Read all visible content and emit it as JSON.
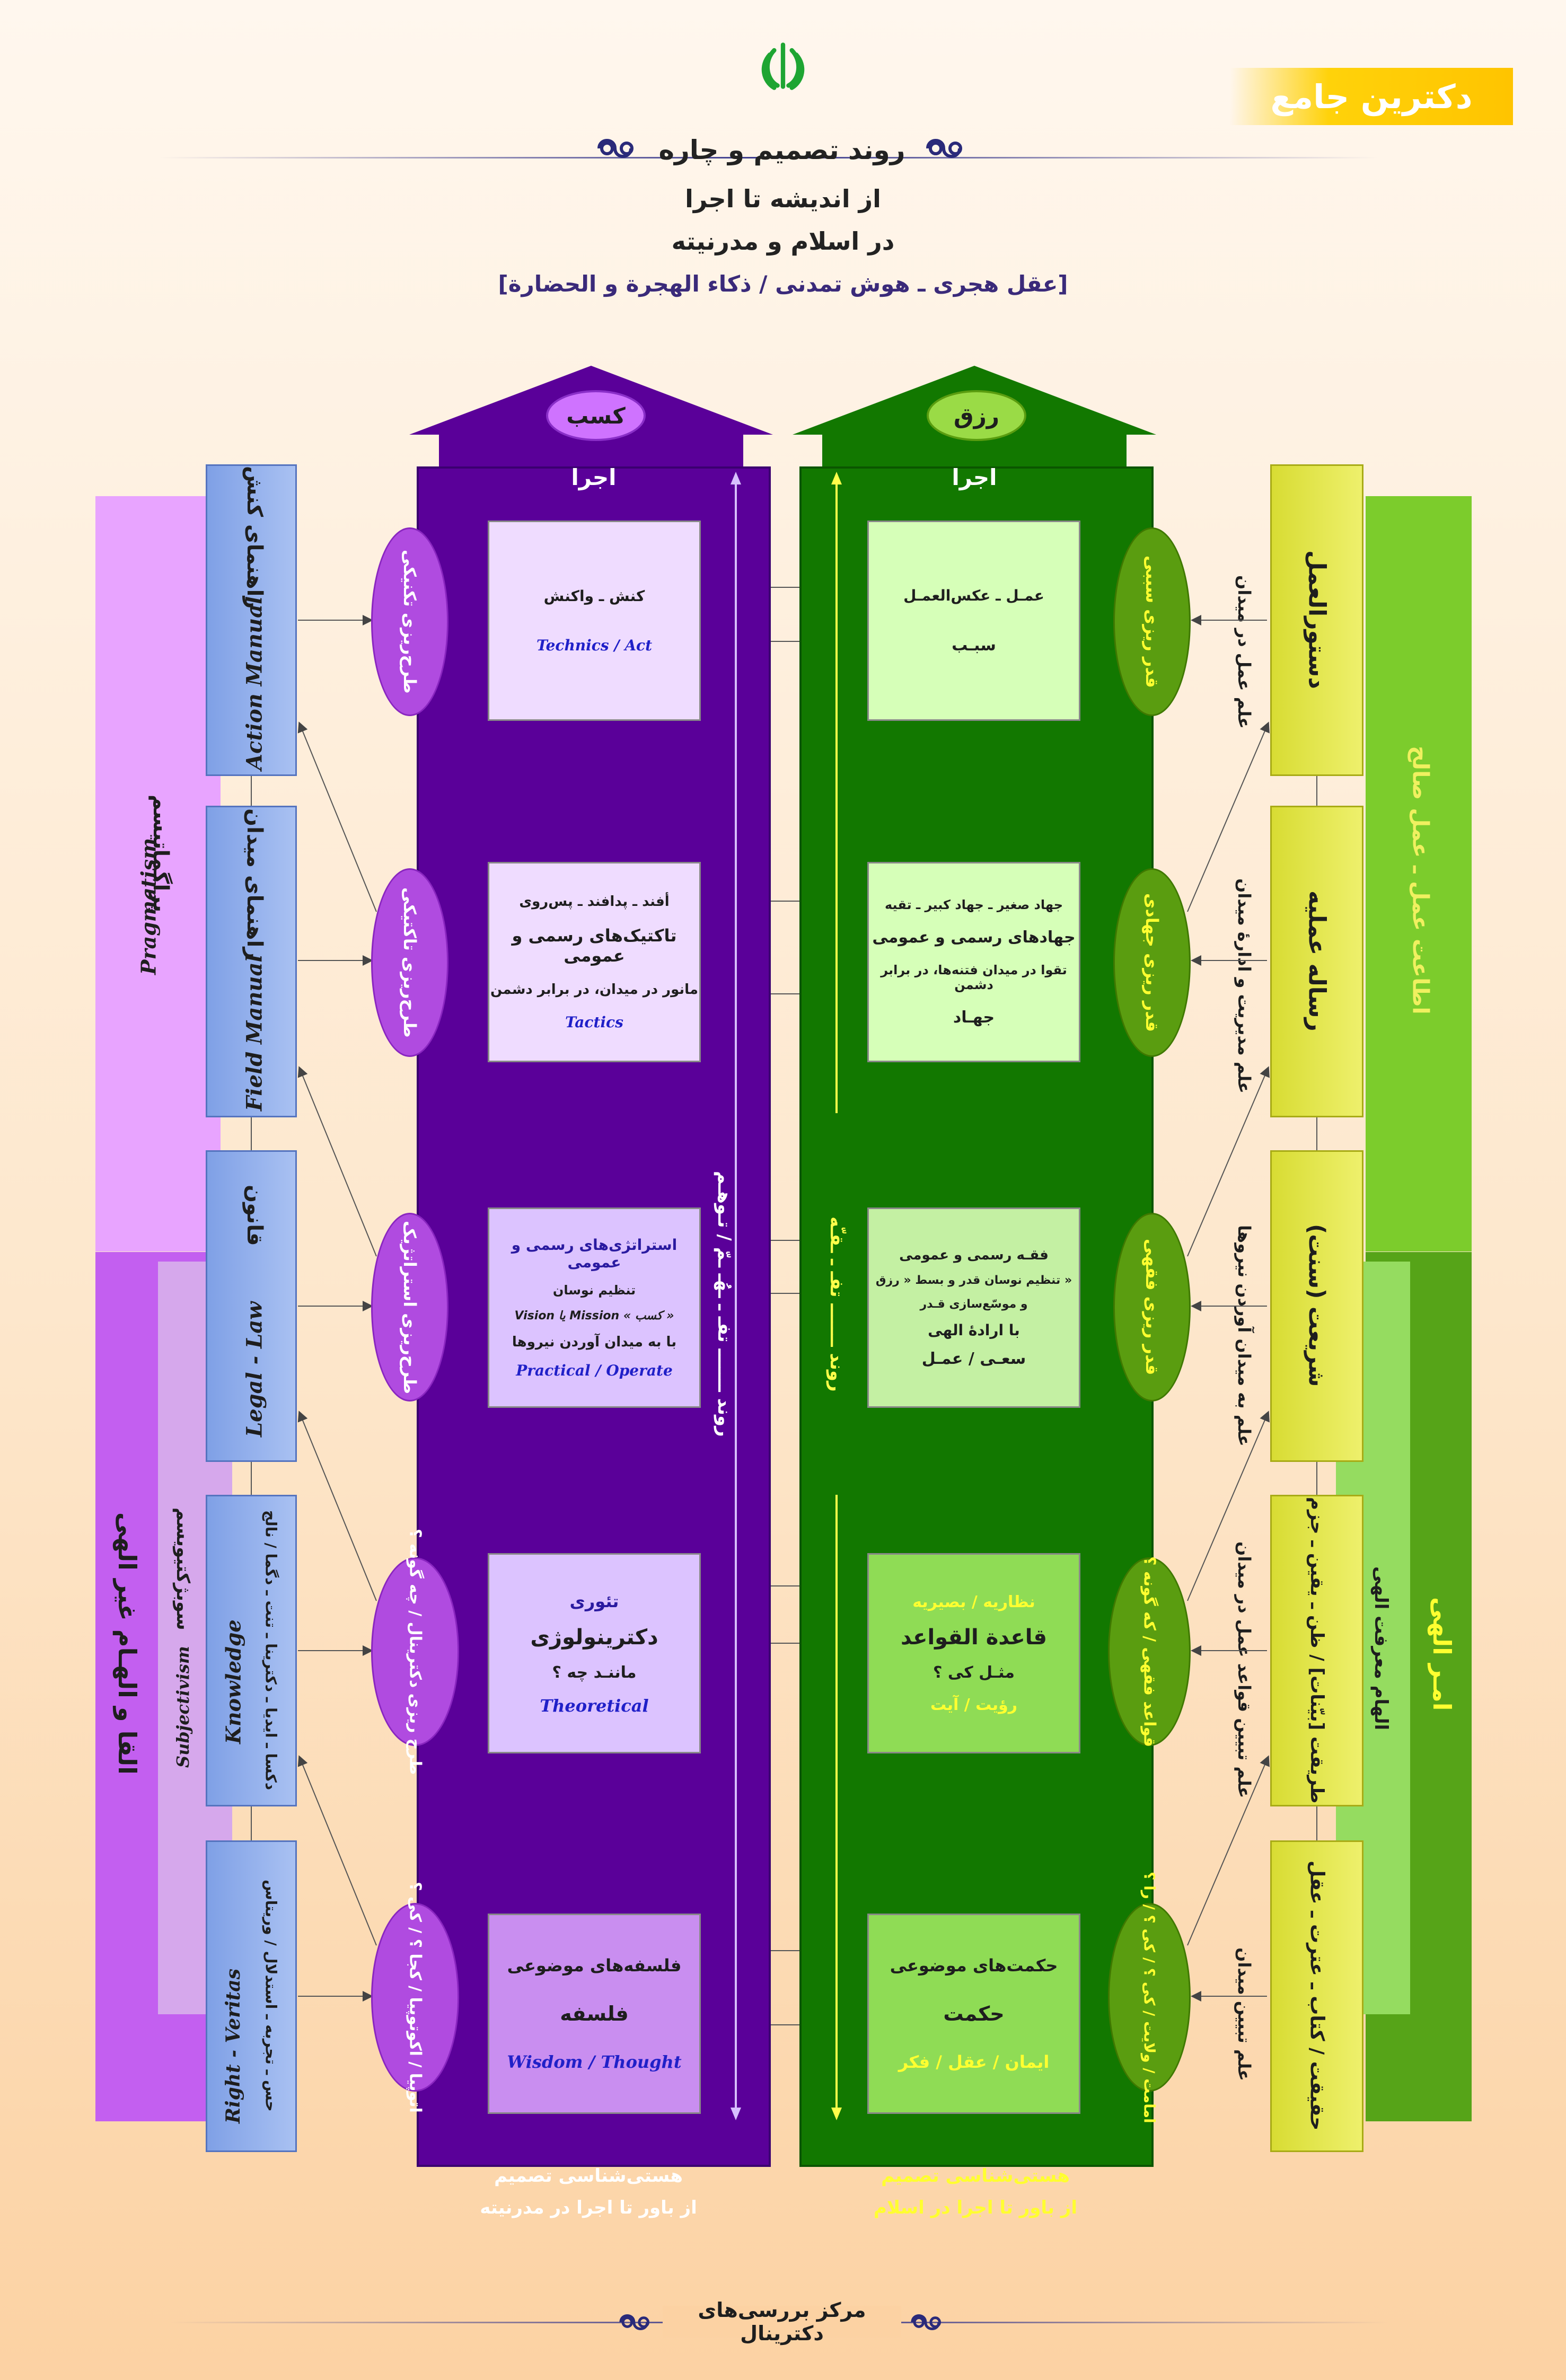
{
  "header": {
    "brand": "دکترین جامع",
    "title": "روند تصمیم و چاره",
    "subtitle1": "از اندیشه تا اجرا",
    "subtitle2": "در اسلام و مدرنیته",
    "subtitle3": "[عقل هجری ـ هوش تمدنی / ذکاء الهجرة و الحضارة]"
  },
  "colors": {
    "purple": "#5a0099",
    "green": "#127800",
    "emblem": "#1ea532",
    "brand_bg": "#ffd20a"
  },
  "left_column": {
    "roof_label": "کسب",
    "exec_label": "اجرا",
    "arrow_label": "روند ـــــــ تفـ ـ ـهُـ ـمّ / تـوهـم",
    "footer_line1": "هستی‌شناسی تصمیم",
    "footer_line2": "از باور تا اجرا در مدرنیته",
    "boxes": [
      {
        "l1": "کنش ـ واکنش",
        "l2": "Technics / Act"
      },
      {
        "l1": "أفند ـ پدافند ـ پس‌روی",
        "l2": "تاکتیک‌های رسمی و عمومی",
        "l3": "مانور در میدان، در برابر دشمن",
        "l4": "Tactics"
      },
      {
        "l1": "استراتژی‌های رسمی و عمومی",
        "l2": "تنظیم نوسان",
        "l3": "Vision یا Mission « کسب »",
        "l4": "با به میدان آوردن نیروها",
        "l5": "Practical / Operate"
      },
      {
        "l1": "تئوری",
        "l2": "دکترینولوژی",
        "l3": "ماننـد چه ؟",
        "l4": "Theoretical"
      },
      {
        "l1": "فلسفه‌های موضوعی",
        "l2": "فلسفه",
        "l3": "Wisdom / Thought"
      }
    ],
    "ellipses": [
      "طرح‌ریزی تکنیکی",
      "طرح‌ریزی تاکتیکی",
      "طرح‌ریزی استراتژیک",
      "طرح ریزی دکترینال / چه گونه ؟",
      "اتوپیا / اکوتوپیا / کجا ؟ / کی ؟"
    ]
  },
  "right_column": {
    "roof_label": "رزق",
    "exec_label": "اجرا",
    "arrow_label": "روند ـــــــ تفـ ـ ـقـّه",
    "footer_line1": "هستی‌شناسی تصمیم",
    "footer_line2": "از باور تا اجرا در اسلام",
    "boxes": [
      {
        "l1": "عمـل ـ عکس‌العمـل",
        "l2": "سبـب"
      },
      {
        "l1": "جهاد صغیر ـ جهاد کبیر ـ تقیه",
        "l2": "جهادهای رسمی و عمومی",
        "l3": "تقوا در میدان فتنه‌ها، در برابر دشمن",
        "l4": "جهـاد"
      },
      {
        "l1": "فقـه رسمی و عمومی",
        "l2": "تنظیم نوسان قدر و بسط « رزق »",
        "l3": "و موسّع‌سازی قـدر",
        "l4": "با ارادۀ الهی",
        "l5": "سعـی / عمـل"
      },
      {
        "l1": "نظاریه / بصیریه",
        "l2": "قاعدة القواعد",
        "l3": "مثـل کی ؟",
        "l4": "رؤیت / آیت"
      },
      {
        "l1": "حکمت‌های موضوعی",
        "l2": "حکمت",
        "l3": "ایمان / عقل / فکر"
      }
    ],
    "ellipses": [
      "قدر ریزی سببی",
      "قدر ریزی جهادی",
      "قدر ریزی فقهی",
      "قواعد فقهی / که گونه ؟",
      "امامت / ولایت / کی ؟ / کی ؟ / را ؟"
    ]
  },
  "left_blue_bars": [
    {
      "fa": "راهنمای کنش",
      "en": "Action Manual"
    },
    {
      "fa": "راهنمای میدان",
      "en": "Field Manual"
    },
    {
      "fa": "قانون",
      "en": "Legal - Law"
    },
    {
      "fa": "دکسا ـ ایدیا ـ دکترینا ـ تنت ـ دگما / نالج",
      "en": "Knowledge"
    },
    {
      "fa": "حس ـ تجربه ـ استدلال / وریتاس",
      "en": "Right - Veritas"
    }
  ],
  "right_yellow_bars": [
    {
      "fa": "دستورالعمل",
      "side": "علم عمل در میدان"
    },
    {
      "fa": "رساله عملیه",
      "side": "علم مدیریت و ادارۀ میدان"
    },
    {
      "fa": "شریعت (سنت)",
      "side": "علم به میدان آوردن نیروها"
    },
    {
      "fa": "طریقت [بیّنات] / ظن ـ یقین ـ جزم",
      "side": "علم تبیین قواعد عمل در میدان"
    },
    {
      "fa": "حقیقت / کتاب ـ عترت ـ عقل",
      "side": "علم تبیین میدان"
    }
  ],
  "left_side": {
    "top_fa": "پراگماتیسم",
    "top_en": "Pragmatism",
    "bottom_fa": "القا و الهـام غیر الهی",
    "mid_fa": "سوبژکتیویسم",
    "mid_en": "Subjectivism"
  },
  "right_side": {
    "top_fa": "اطاعت عمل ـ عمل صالح",
    "bottom_fa": "امـر الهی",
    "mid_fa": "الهام معرفت الهی"
  },
  "footer": {
    "center": "مرکز بررسی‌های دکترینال"
  }
}
